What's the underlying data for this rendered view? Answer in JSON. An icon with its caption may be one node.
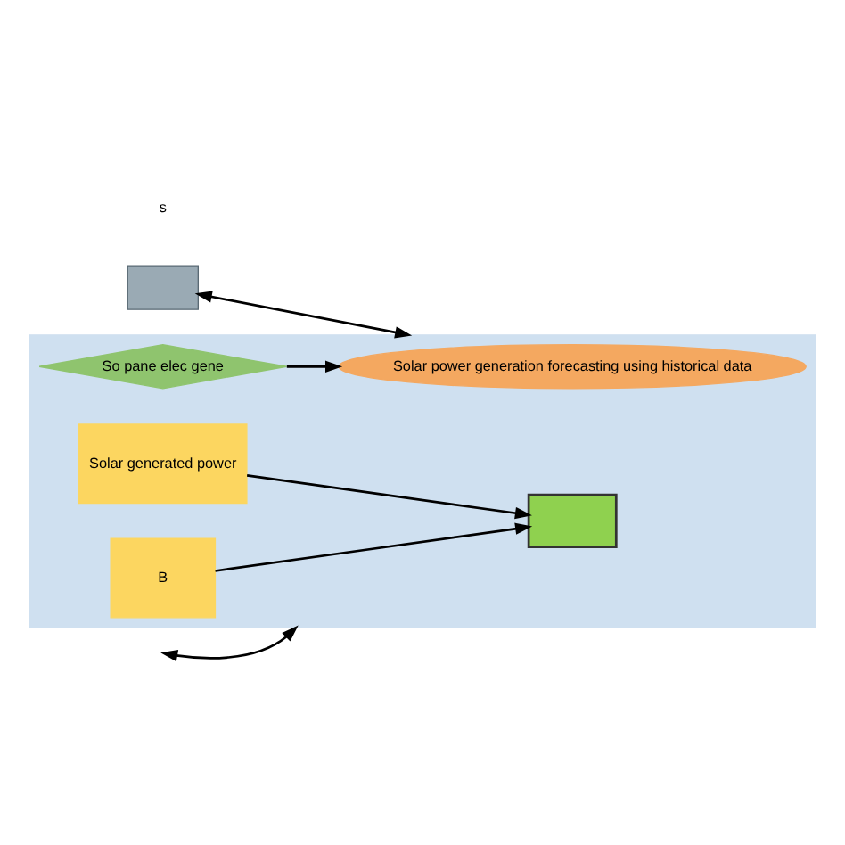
{
  "diagram": {
    "nodes": [
      {
        "text": [],
        "shape": "box"
      },
      {
        "text": [],
        "shape": "box"
      },
      {
        "text": [
          "Solar power generation forecasting using historical data"
        ],
        "in": 1
      },
      {
        "text": [
          "So pane elec gene"
        ],
        "in": 1
      },
      {
        "text": [
          "Solar generated power"
        ],
        "in": 1
      },
      {
        "text": [
          "B"
        ],
        "in": 1
      },
      {
        "text": [],
        "shape": "box",
        "in": 1
      }
    ],
    "edges": [
      {
        "from": 0,
        "to": 1,
        "arrow": "both"
      },
      {
        "from": null,
        "to": 1,
        "arrow": "both"
      },
      {
        "from": 3,
        "to": 2,
        "arrow": "to"
      },
      {
        "from": 4,
        "to": 6,
        "arrow": "to"
      },
      {
        "from": 5,
        "to": 6,
        "arrow": "to"
      }
    ],
    "labels": [
      "s"
    ]
  }
}
